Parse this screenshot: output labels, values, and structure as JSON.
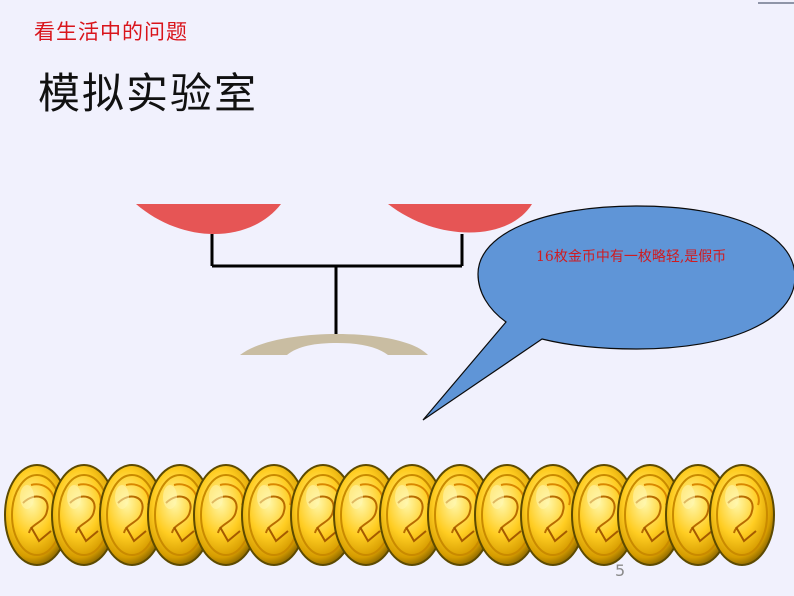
{
  "slide": {
    "subtitle": "看生活中的问题",
    "title": "模拟实验室",
    "bubble_text": "16枚金币中有一枚略轻,是假币",
    "page_number": "5"
  },
  "colors": {
    "background": "#f1f1fd",
    "subtitle": "#d9141b",
    "title": "#111111",
    "bubble_fill": "#5f95d7",
    "bubble_text": "#cf1b20",
    "pan_fill": "#e65555",
    "base_fill": "#c9bda2",
    "coin_gold": "#f4b400"
  },
  "coins": {
    "count": 16
  }
}
